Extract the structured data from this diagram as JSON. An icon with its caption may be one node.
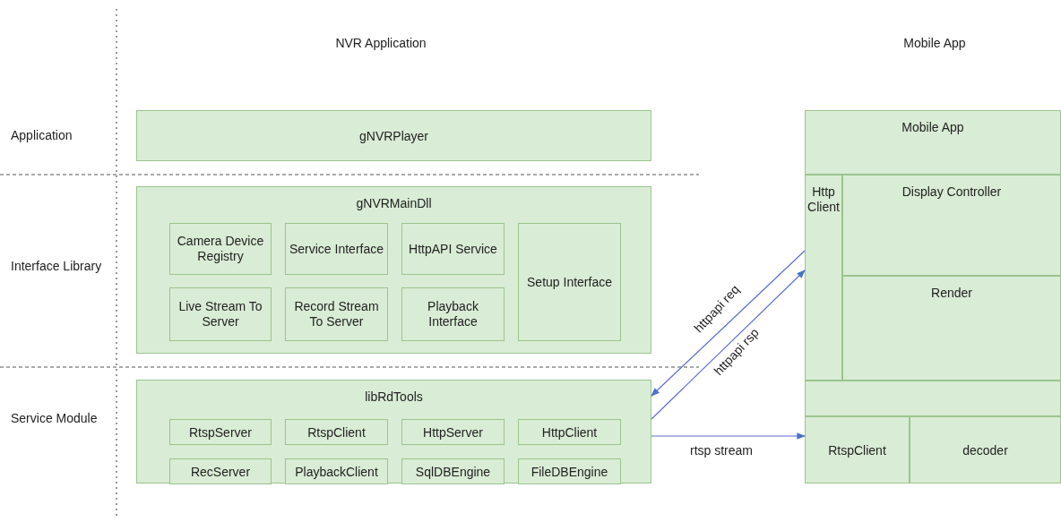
{
  "diagram": {
    "nodes": [
      {
        "text": [
          "gNVRPlayer"
        ]
      },
      {
        "text": [
          "gNVRMainDll"
        ]
      },
      {
        "text": [
          "Camera Device Registry"
        ],
        "in": 1
      },
      {
        "text": [
          "Service Interface"
        ],
        "in": 1
      },
      {
        "text": [
          "HttpAPI Service"
        ],
        "in": 1
      },
      {
        "text": [
          "Setup Interface"
        ],
        "in": 1
      },
      {
        "text": [
          "Live Stream To Server"
        ],
        "in": 1
      },
      {
        "text": [
          "Record Stream To Server"
        ],
        "in": 1
      },
      {
        "text": [
          "Playback Interface"
        ],
        "in": 1
      },
      {
        "text": [
          "libRdTools"
        ]
      },
      {
        "text": [
          "RtspServer"
        ],
        "in": 9
      },
      {
        "text": [
          "RtspClient"
        ],
        "in": 9
      },
      {
        "text": [
          "HttpServer"
        ],
        "in": 9
      },
      {
        "text": [
          "HttpClient"
        ],
        "in": 9
      },
      {
        "text": [
          "RecServer"
        ],
        "in": 9
      },
      {
        "text": [
          "PlaybackClient"
        ],
        "in": 9
      },
      {
        "text": [
          "SqlDBEngine"
        ],
        "in": 9
      },
      {
        "text": [
          "FileDBEngine"
        ],
        "in": 9
      },
      {
        "text": [
          "Mobile App"
        ]
      },
      {
        "text": [
          "Http Client"
        ]
      },
      {
        "text": [
          "Display Controller"
        ]
      },
      {
        "text": [
          "Render"
        ]
      },
      {
        "text": [],
        "shape": "box"
      },
      {
        "text": [
          "RtspClient"
        ]
      },
      {
        "text": [
          "decoder"
        ]
      }
    ],
    "edges": [
      {
        "from": 19,
        "to": 9,
        "arrow": "to",
        "label": "httpapi req"
      },
      {
        "from": 9,
        "to": 19,
        "arrow": "to",
        "label": "httpapi rsp"
      },
      {
        "from": 9,
        "to": 23,
        "arrow": "to",
        "label": "rtsp stream"
      }
    ],
    "labels": [
      "NVR Application",
      "Mobile App",
      "Application",
      "Interface Library",
      "Service Module"
    ]
  }
}
